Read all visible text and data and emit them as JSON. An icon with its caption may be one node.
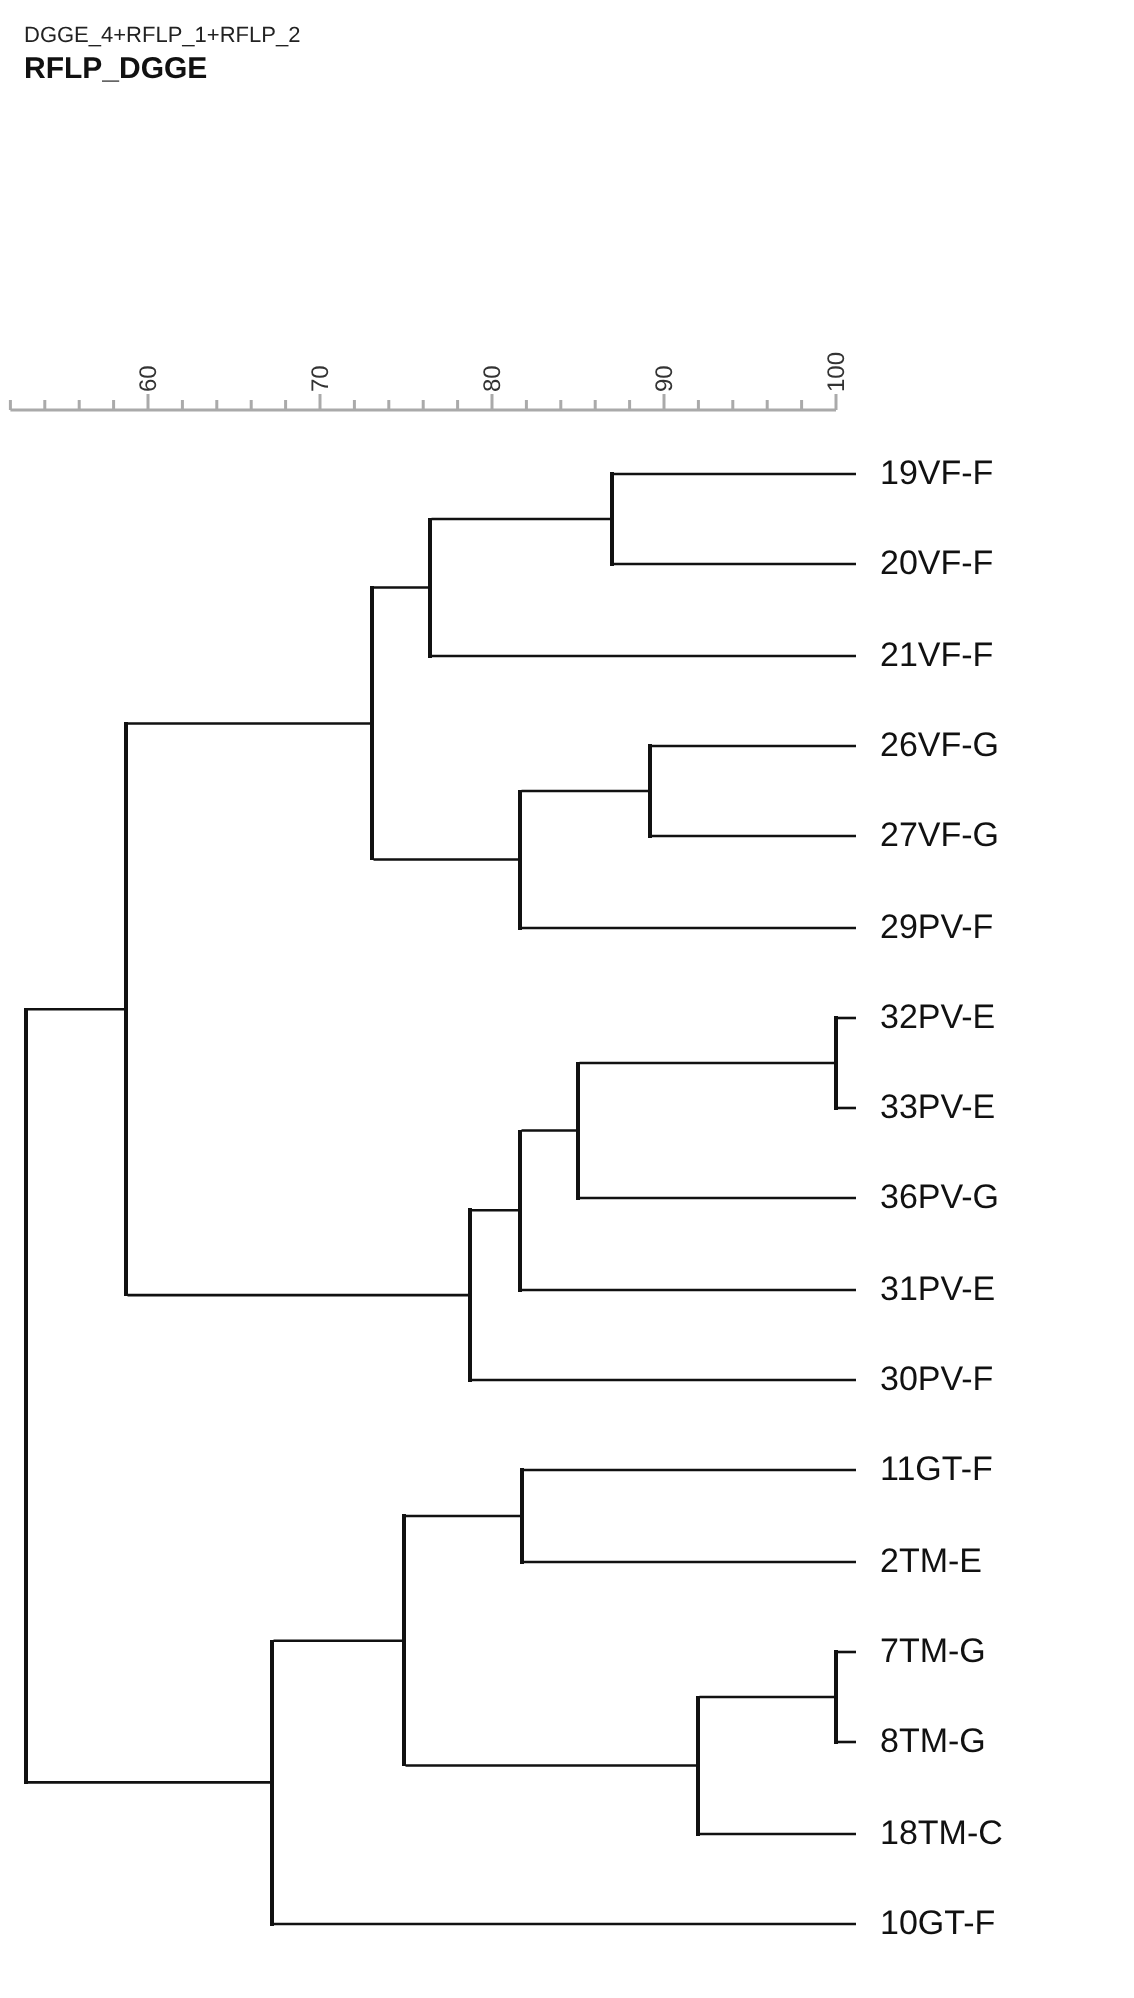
{
  "diagram": {
    "title": "RFLP_DGGE",
    "nodes": [
      {
        "text": [
          "19VF-F"
        ]
      },
      {
        "text": [
          "20VF-F"
        ]
      },
      {
        "text": [
          "21VF-F"
        ]
      },
      {
        "text": [
          "26VF-G"
        ]
      },
      {
        "text": [
          "27VF-G"
        ]
      },
      {
        "text": [
          "29PV-F"
        ]
      },
      {
        "text": [
          "32PV-E"
        ]
      },
      {
        "text": [
          "33PV-E"
        ]
      },
      {
        "text": [
          "36PV-G"
        ]
      },
      {
        "text": [
          "31PV-E"
        ]
      },
      {
        "text": [
          "30PV-F"
        ]
      },
      {
        "text": [
          "11GT-F"
        ]
      },
      {
        "text": [
          "2TM-E"
        ]
      },
      {
        "text": [
          "7TM-G"
        ]
      },
      {
        "text": [
          "8TM-G"
        ]
      },
      {
        "text": [
          "18TM-C"
        ]
      },
      {
        "text": [
          "10GT-F"
        ]
      },
      {
        "text": [],
        "shape": "bar"
      },
      {
        "text": [],
        "shape": "bar"
      },
      {
        "text": [],
        "shape": "bar"
      },
      {
        "text": [],
        "shape": "bar"
      },
      {
        "text": [],
        "shape": "bar"
      },
      {
        "text": [],
        "shape": "bar"
      },
      {
        "text": [],
        "shape": "bar"
      },
      {
        "text": [],
        "shape": "bar"
      },
      {
        "text": [],
        "shape": "bar"
      },
      {
        "text": [],
        "shape": "bar"
      },
      {
        "text": [],
        "shape": "bar"
      },
      {
        "text": [],
        "shape": "bar"
      },
      {
        "text": [],
        "shape": "bar"
      },
      {
        "text": [],
        "shape": "bar"
      },
      {
        "text": [],
        "shape": "bar"
      },
      {
        "text": [],
        "shape": "bar"
      }
    ],
    "edges": [
      {
        "from": 17,
        "to": 18,
        "arrow": "none"
      },
      {
        "from": 17,
        "to": 19,
        "arrow": "none"
      },
      {
        "from": 18,
        "to": 20,
        "arrow": "none"
      },
      {
        "from": 18,
        "to": 23,
        "arrow": "none"
      },
      {
        "from": 19,
        "to": 21,
        "arrow": "none"
      },
      {
        "from": 19,
        "to": 16,
        "arrow": "none"
      },
      {
        "from": 20,
        "to": 22,
        "arrow": "none"
      },
      {
        "from": 20,
        "to": 24,
        "arrow": "none"
      },
      {
        "from": 21,
        "to": 26,
        "arrow": "none"
      },
      {
        "from": 21,
        "to": 30,
        "arrow": "none"
      },
      {
        "from": 22,
        "to": 28,
        "arrow": "none"
      },
      {
        "from": 22,
        "to": 2,
        "arrow": "none"
      },
      {
        "from": 23,
        "to": 25,
        "arrow": "none"
      },
      {
        "from": 23,
        "to": 10,
        "arrow": "none"
      },
      {
        "from": 24,
        "to": 29,
        "arrow": "none"
      },
      {
        "from": 24,
        "to": 5,
        "arrow": "none"
      },
      {
        "from": 25,
        "to": 27,
        "arrow": "none"
      },
      {
        "from": 25,
        "to": 9,
        "arrow": "none"
      },
      {
        "from": 26,
        "to": 11,
        "arrow": "none"
      },
      {
        "from": 26,
        "to": 12,
        "arrow": "none"
      },
      {
        "from": 27,
        "to": 31,
        "arrow": "none"
      },
      {
        "from": 27,
        "to": 8,
        "arrow": "none"
      },
      {
        "from": 28,
        "to": 0,
        "arrow": "none"
      },
      {
        "from": 28,
        "to": 1,
        "arrow": "none"
      },
      {
        "from": 29,
        "to": 3,
        "arrow": "none"
      },
      {
        "from": 29,
        "to": 4,
        "arrow": "none"
      },
      {
        "from": 30,
        "to": 32,
        "arrow": "none"
      },
      {
        "from": 30,
        "to": 15,
        "arrow": "none"
      },
      {
        "from": 31,
        "to": 6,
        "arrow": "none"
      },
      {
        "from": 31,
        "to": 7,
        "arrow": "none"
      },
      {
        "from": 32,
        "to": 13,
        "arrow": "none"
      },
      {
        "from": 32,
        "to": 14,
        "arrow": "none"
      }
    ],
    "labels": [
      "DGGE_4+RFLP_1+RFLP_2",
      "60",
      "70",
      "80",
      "90",
      "100"
    ]
  }
}
